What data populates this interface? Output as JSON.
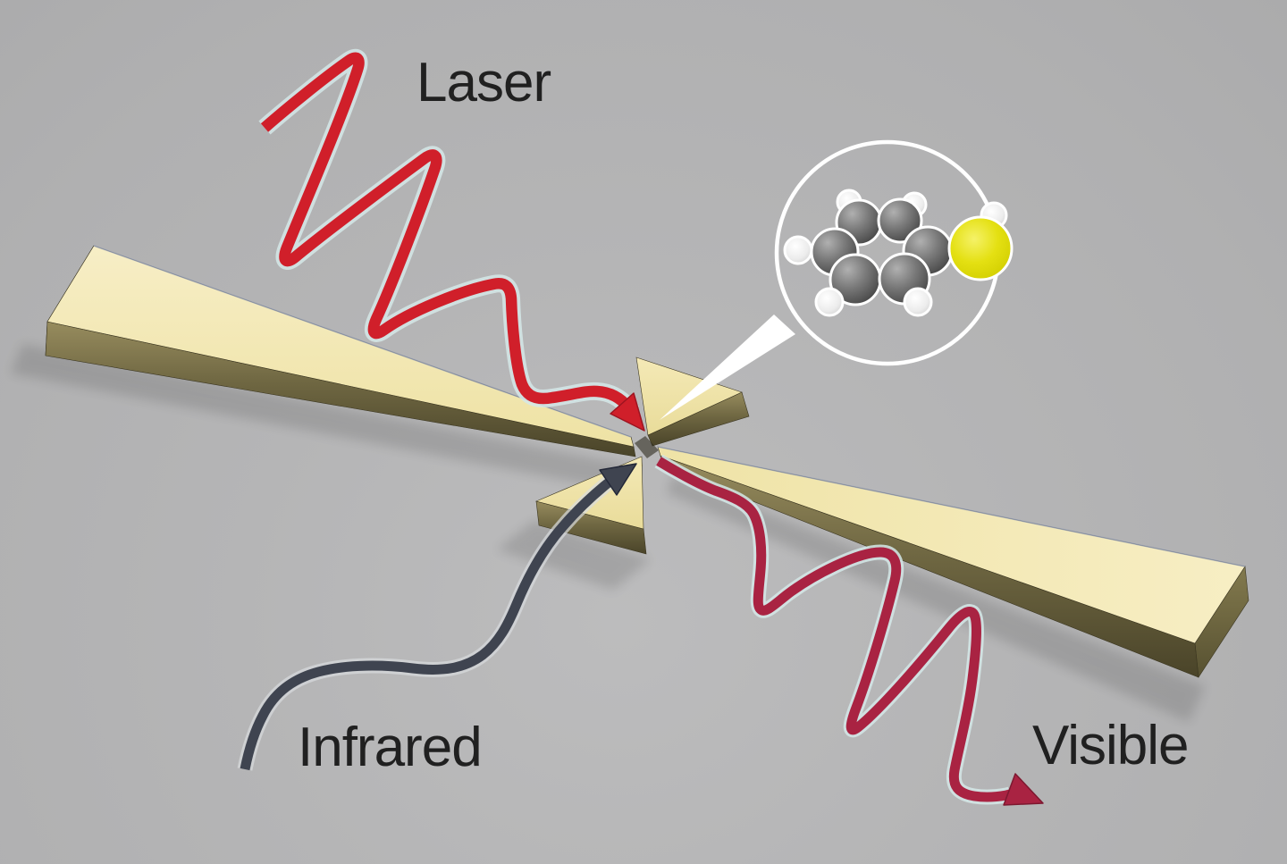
{
  "figure": {
    "labels": {
      "laser": "Laser",
      "infrared": "Infrared",
      "visible": "Visible"
    },
    "colors": {
      "background": "#b3b4b5",
      "laser_red": "#d01f2a",
      "laser_red_outline": "#9d1420",
      "visible_red": "#a92342",
      "visible_red_outline": "#7d1830",
      "infrared_dark": "#3f4450",
      "infrared_dark_outline": "#232838",
      "wave_halo": "#d5e7e7",
      "gold_top": "#f3e8b2",
      "gold_side": "#6f6742",
      "callout_white": "#ffffff",
      "carbon_gray": "#6a6a6a",
      "hydrogen_white": "#efefef",
      "sulfur_yellow": "#dcd805"
    },
    "icons": [
      "laser-wave-arrow",
      "infrared-arrow",
      "visible-wave-arrow",
      "bowtie-nanoantenna",
      "molecule-inset-circle",
      "thiophenol-molecule"
    ],
    "molecule": {
      "carbon_atoms": 6,
      "hydrogen_atoms": 6,
      "sulfur_atoms": 1
    }
  }
}
